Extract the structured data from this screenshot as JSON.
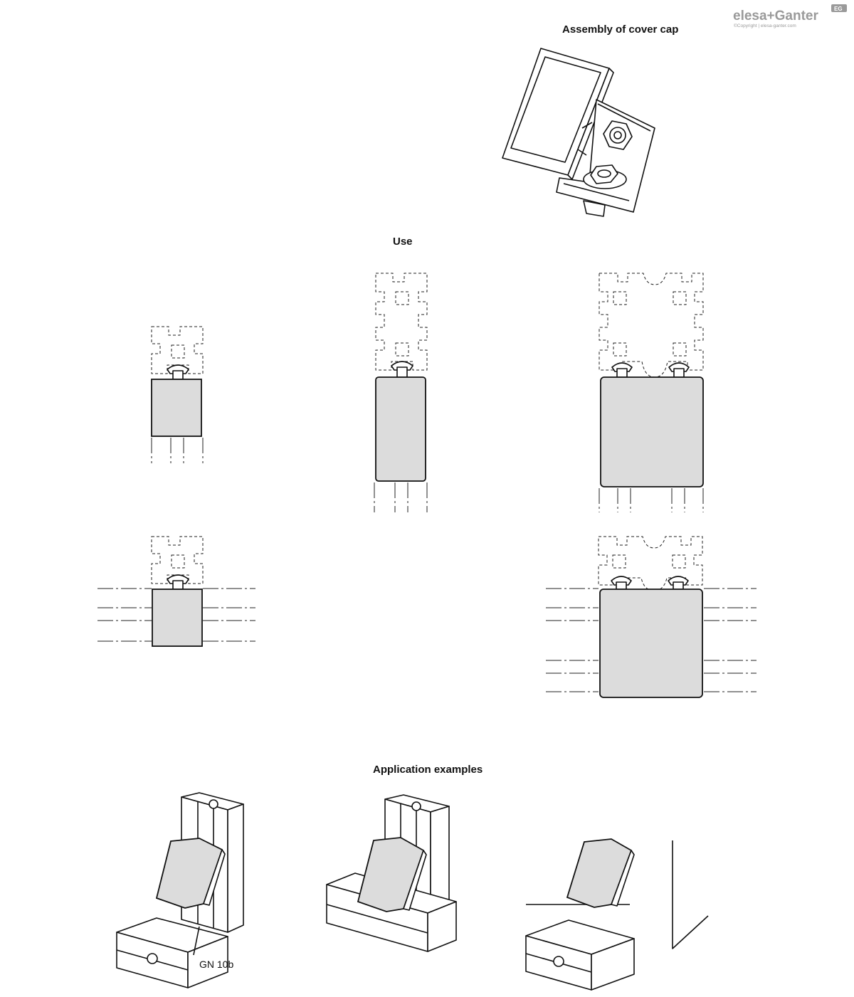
{
  "brand": {
    "name": "elesa+Ganter",
    "copyright": "©Copyright | elesa-ganter.com",
    "badge": "EG"
  },
  "sections": {
    "assembly_title": "Assembly of cover cap",
    "use_title": "Use",
    "application_title": "Application examples"
  },
  "callouts": {
    "profile_label": "GN 10b"
  }
}
